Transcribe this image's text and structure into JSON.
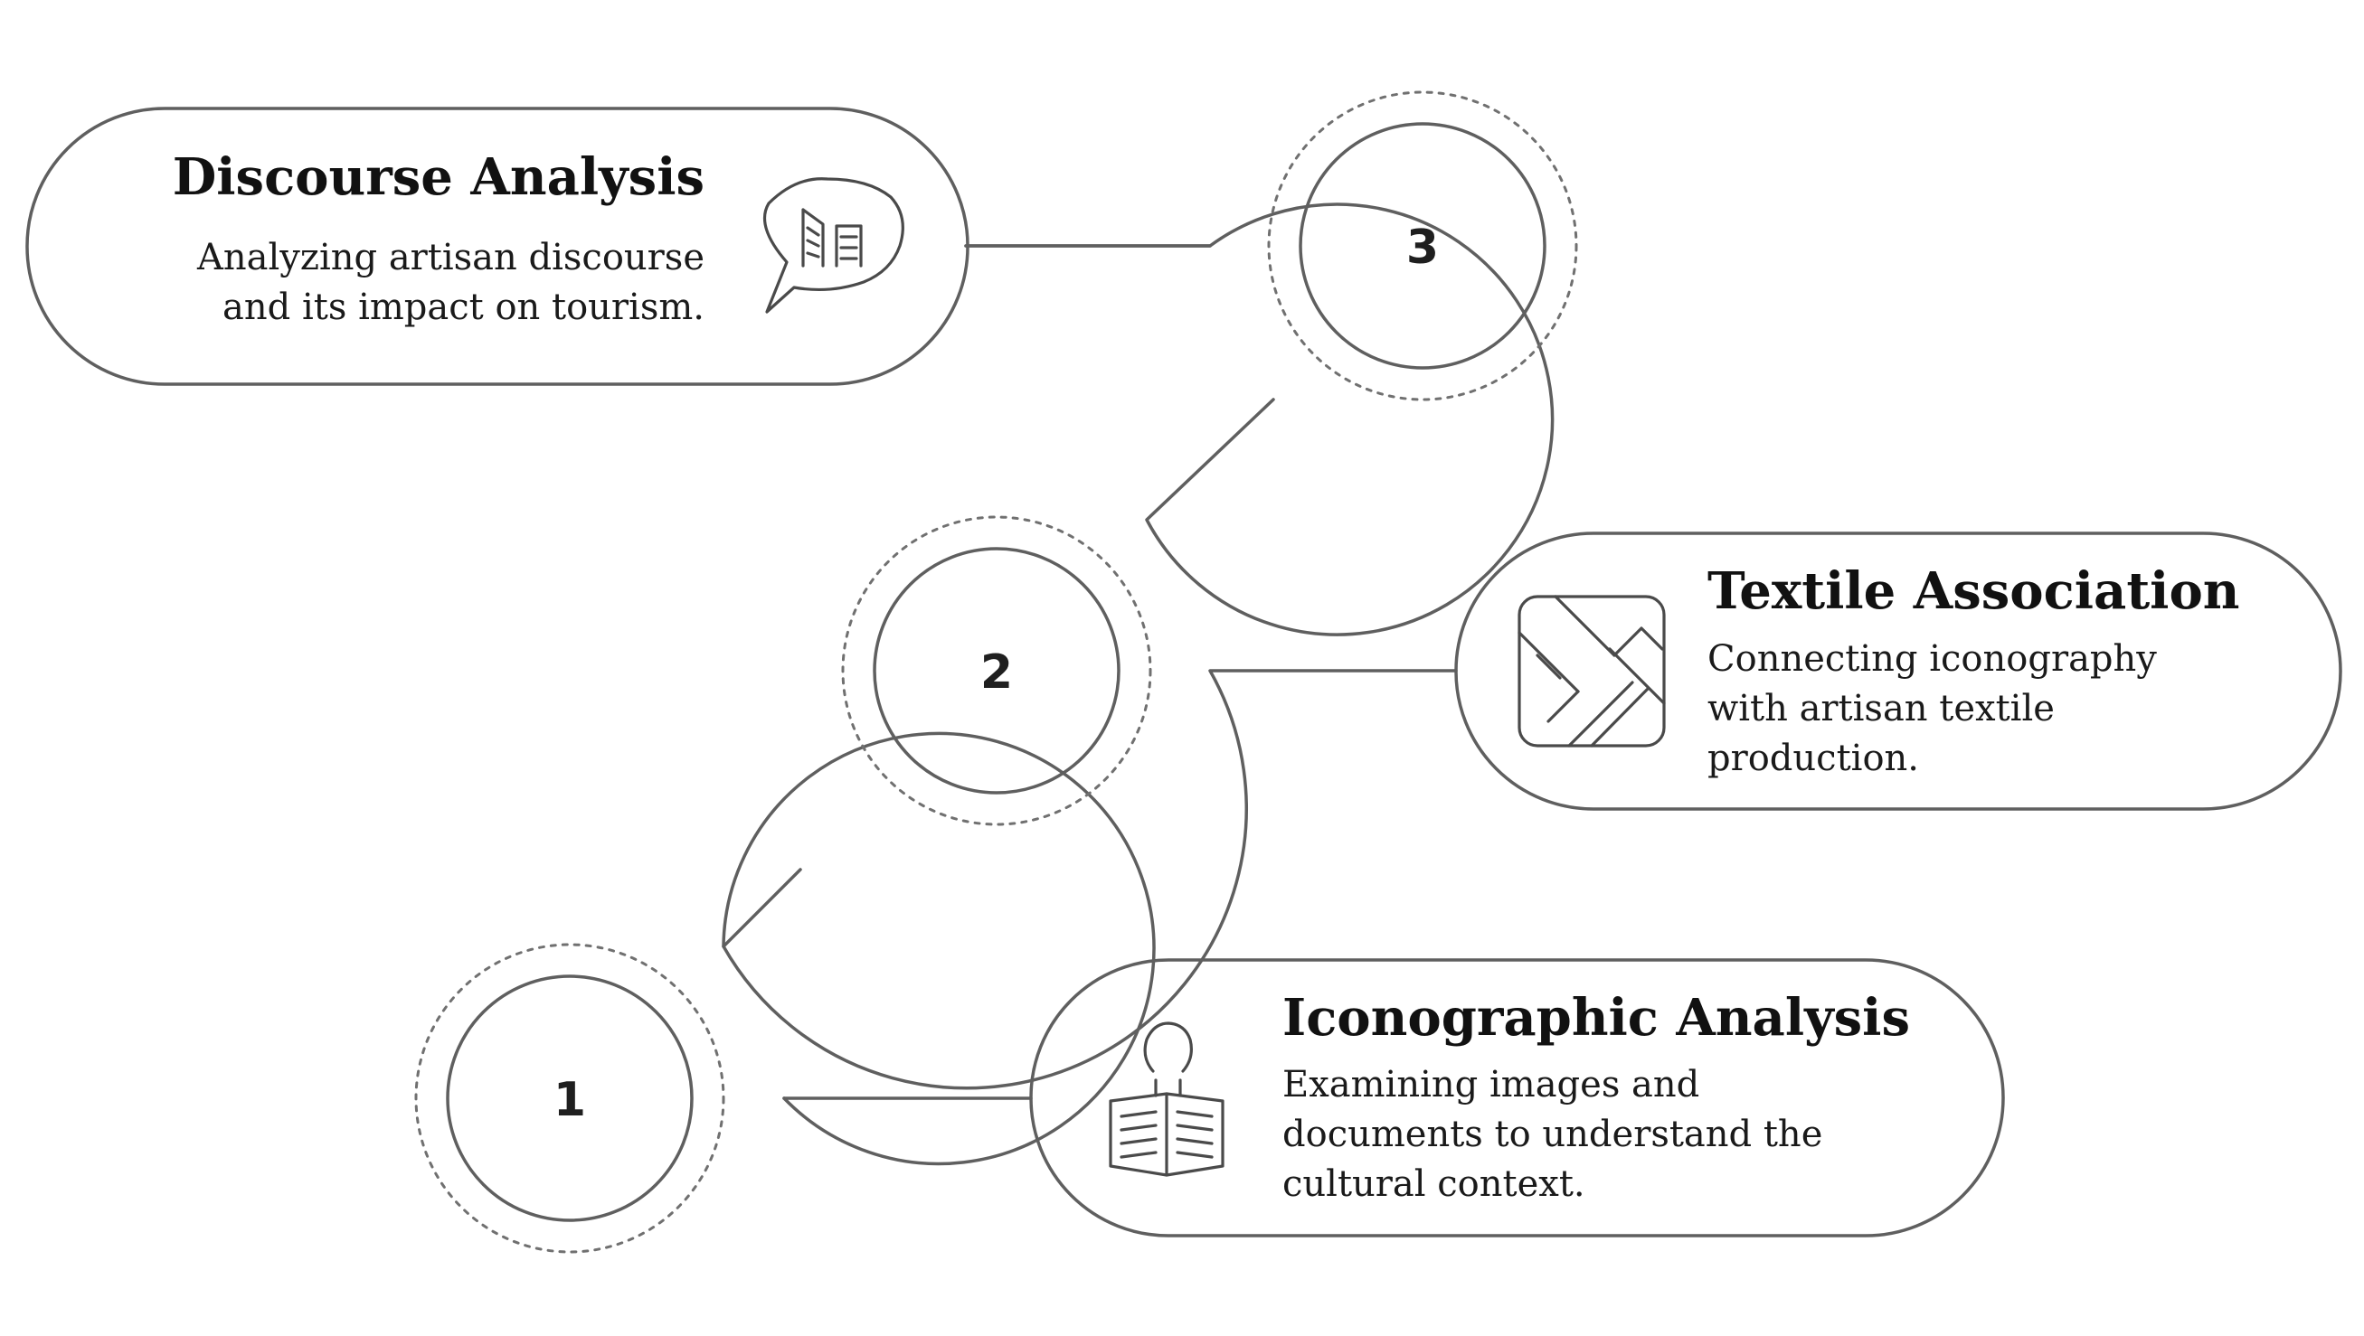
{
  "steps": [
    {
      "number": "1",
      "title": "Iconographic Analysis",
      "description_lines": [
        "Examining images and",
        "documents to understand the",
        "cultural context."
      ],
      "icon": "newspaper-reader-icon"
    },
    {
      "number": "2",
      "title": "Textile Association",
      "description_lines": [
        "Connecting iconography",
        "with artisan textile",
        "production."
      ],
      "icon": "woven-pattern-icon"
    },
    {
      "number": "3",
      "title": "Discourse Analysis",
      "description_lines": [
        "Analyzing artisan discourse",
        "and its impact on tourism."
      ],
      "icon": "speech-bubble-icon"
    }
  ],
  "colors": {
    "outline": "#5f5f5f",
    "text": "#111111",
    "background": "#ffffff"
  }
}
